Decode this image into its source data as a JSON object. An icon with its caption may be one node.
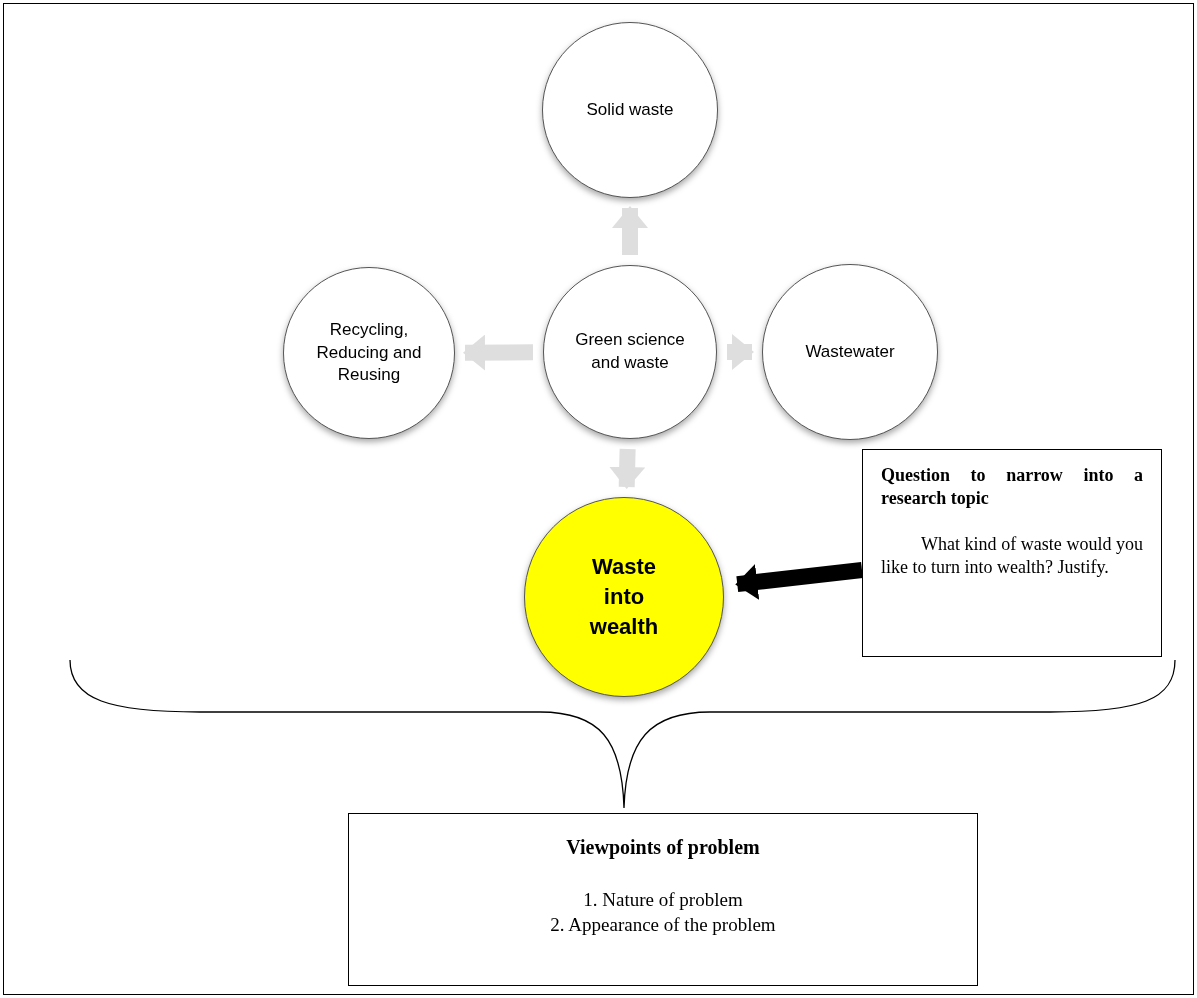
{
  "diagram": {
    "nodes": [
      {
        "text": [
          "Solid waste"
        ]
      },
      {
        "text": [
          "Recycling, Reducing and Reusing"
        ]
      },
      {
        "text": [
          "Green science and waste"
        ]
      },
      {
        "text": [
          "Wastewater"
        ]
      },
      {
        "text": [
          "Waste into wealth"
        ]
      },
      {
        "text": [
          "Question to narrow into a research topic",
          "What kind of waste would you like to turn into wealth? Justify."
        ]
      },
      {
        "text": [
          "Viewpoints of problem",
          "1. Nature of problem",
          "2. Appearance of the problem"
        ]
      }
    ],
    "edges": [
      {
        "from": 2,
        "to": 0,
        "arrow": "to"
      },
      {
        "from": 2,
        "to": 1,
        "arrow": "to"
      },
      {
        "from": 2,
        "to": 3,
        "arrow": "to"
      },
      {
        "from": 2,
        "to": 4,
        "arrow": "to"
      },
      {
        "from": 5,
        "to": 4,
        "arrow": "to",
        "color": "#000000"
      }
    ]
  }
}
